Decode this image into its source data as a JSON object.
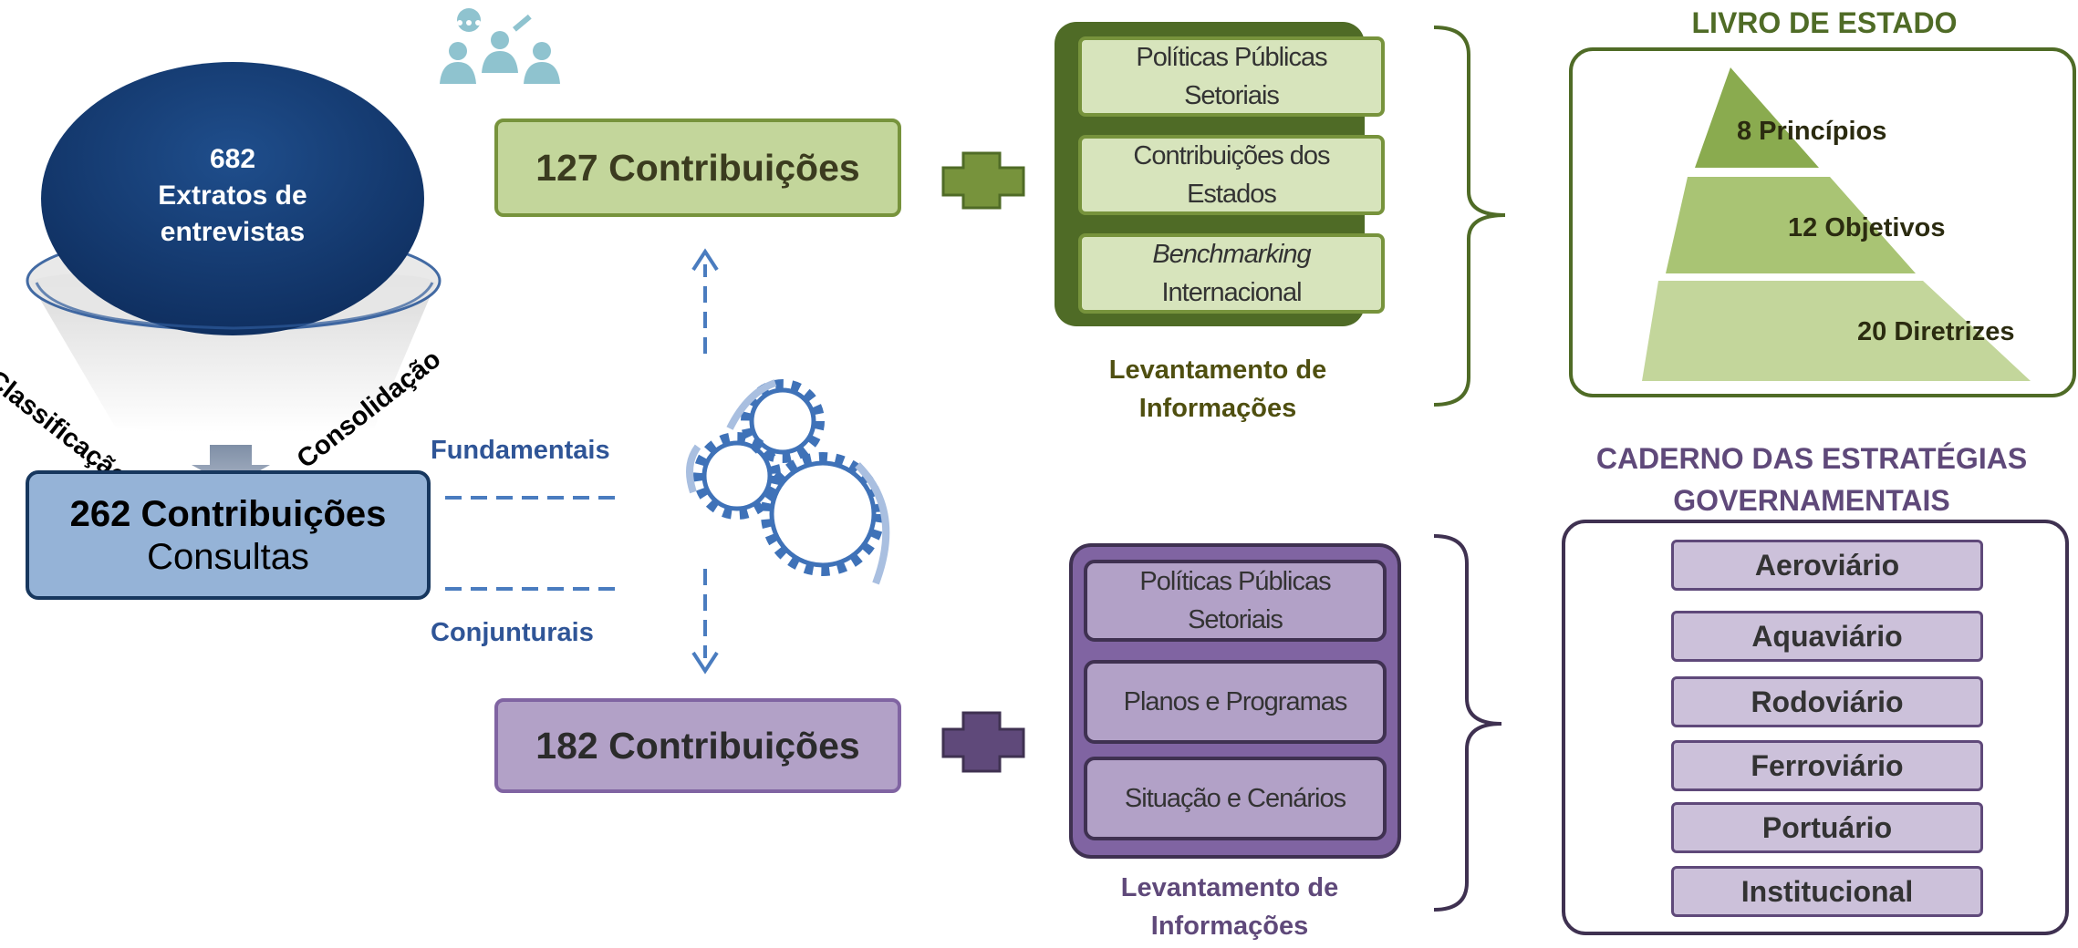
{
  "funnel": {
    "count": "682",
    "label": "Extratos de entrevistas",
    "left_label": "Classificação",
    "right_label": "Consolidação"
  },
  "consultas": {
    "title": "262 Contribuições",
    "subtitle": "Consultas"
  },
  "labels": {
    "fundamentais": "Fundamentais",
    "conjunturais": "Conjunturais"
  },
  "green_branch": {
    "title": "127 Contribuições",
    "items": [
      "Políticas Públicas Setoriais",
      "Contribuições dos Estados"
    ],
    "item_italic": "Benchmarking",
    "item_rest": "Internacional",
    "caption": "Levantamento de Informações"
  },
  "purple_branch": {
    "title": "182 Contribuições",
    "items": [
      "Políticas Públicas Setoriais",
      "Planos e Programas",
      "Situação e Cenários"
    ],
    "caption": "Levantamento de Informações"
  },
  "livro": {
    "title": "LIVRO DE ESTADO",
    "levels": [
      "8 Princípios",
      "12 Objetivos",
      "20 Diretrizes"
    ]
  },
  "caderno": {
    "title": "CADERNO DAS ESTRATÉGIAS GOVERNAMENTAIS",
    "items": [
      "Aeroviário",
      "Aquaviário",
      "Rodoviário",
      "Ferroviário",
      "Portuário",
      "Institucional"
    ]
  },
  "colors": {
    "dark_green": "#4f6b26",
    "light_green": "#c3d69b",
    "dark_purple": "#5f497a",
    "light_purple": "#b2a1c7",
    "navy": "#17375e",
    "blue_text": "#2f5597"
  }
}
